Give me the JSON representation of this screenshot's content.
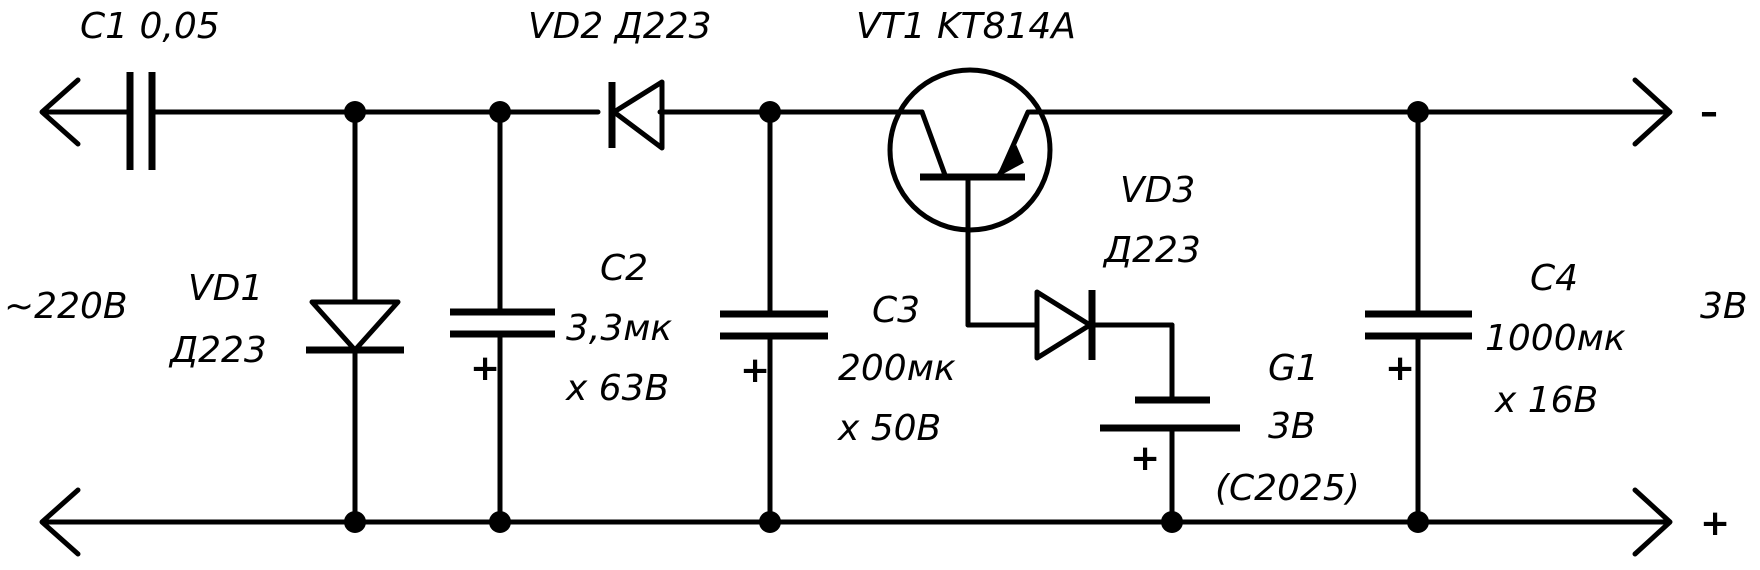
{
  "schematic": {
    "labels": {
      "c1": "C1 0,05",
      "vd2": "VD2  Д223",
      "vt1": "VT1 KT814A",
      "input_voltage": "~220В",
      "vd1_ref": "VD1",
      "vd1_type": "Д223",
      "c2_ref": "C2",
      "c2_cap": "3,3мк",
      "c2_volt": "x  63В",
      "c3_ref": "C3",
      "c3_cap": "200мк",
      "c3_volt": "x  50В",
      "vd3_ref": "VD3",
      "vd3_type": "Д223",
      "g1_ref": "G1",
      "g1_volt": "3В",
      "g1_type": "(C2025)",
      "c4_ref": "C4",
      "c4_cap": "1000мк",
      "c4_volt": "x  16В",
      "output_voltage": "3В"
    },
    "terminals": {
      "top_right_polarity": "–",
      "bottom_right_polarity": "+"
    },
    "plus_marks": [
      "+",
      "+",
      "+",
      "+",
      "+"
    ]
  }
}
